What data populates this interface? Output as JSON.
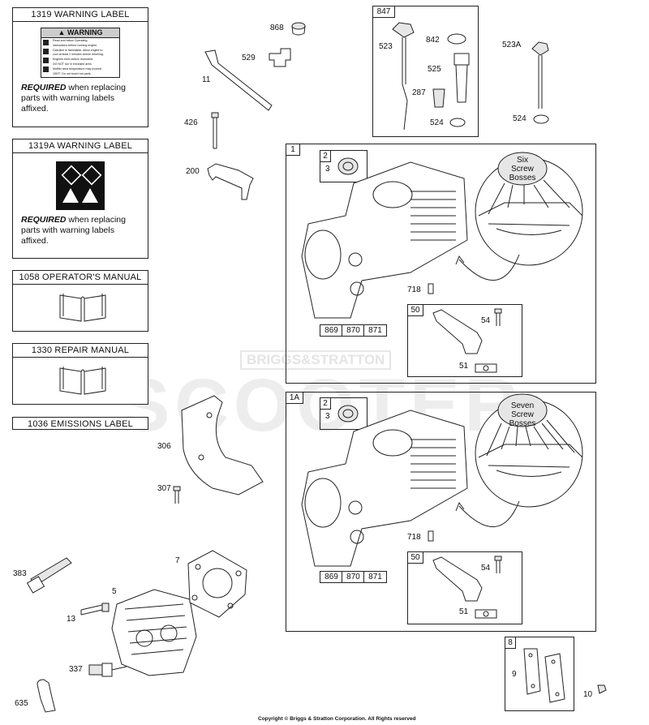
{
  "labels": {
    "warning_1319": {
      "title": "1319 WARNING LABEL",
      "required": "REQUIRED",
      "rest": " when replacing parts with warning labels affixed."
    },
    "warning_1319a": {
      "title": "1319A WARNING LABEL",
      "required": "REQUIRED",
      "rest": " when replacing parts with warning labels affixed."
    },
    "operators_manual": {
      "title": "1058 OPERATOR'S MANUAL"
    },
    "repair_manual": {
      "title": "1330 REPAIR MANUAL"
    },
    "emissions_label": {
      "title": "1036 EMISSIONS LABEL"
    }
  },
  "warning_sticker": {
    "header": "WARNING",
    "lines": [
      "Read and follow Operating",
      "instructions before running engine.",
      "Gasoline is flammable. Allow engine to",
      "cool at least 2 minutes before refueling.",
      "Engines emit carbon monoxide.",
      "DO NOT run in enclosed area.",
      "Muffler area temperature may exceed",
      "150°F. Do not touch hot parts."
    ]
  },
  "parts": {
    "p868": "868",
    "p529": "529",
    "p11": "11",
    "p426": "426",
    "p200": "200",
    "p306": "306",
    "p307": "307",
    "p383": "383",
    "p5": "5",
    "p7": "7",
    "p13": "13",
    "p337": "337",
    "p635": "635",
    "p847": "847",
    "p523": "523",
    "p842": "842",
    "p525": "525",
    "p287": "287",
    "p524a": "524",
    "p523a": "523A",
    "p524b": "524",
    "k1": "1",
    "k2a": "2",
    "k3a": "3",
    "k718a": "718",
    "k869a": "869",
    "k870a": "870",
    "k871a": "871",
    "k50a": "50",
    "k54a": "54",
    "k51a": "51",
    "k1a": "1A",
    "k2b": "2",
    "k3b": "3",
    "k718b": "718",
    "k869b": "869",
    "k870b": "870",
    "k871b": "871",
    "k50b": "50",
    "k54b": "54",
    "k51b": "51",
    "k8": "8",
    "k9": "9",
    "k10": "10"
  },
  "callouts": {
    "six": [
      "Six",
      "Screw",
      "Bosses"
    ],
    "seven": [
      "Seven",
      "Screw",
      "Bosses"
    ]
  },
  "watermark": {
    "brand": "BRIGGS&STRATTON",
    "word": "SCOOTER"
  },
  "footer": {
    "copyright": "Copyright © Briggs & Stratton Corporation. All Rights reserved"
  }
}
